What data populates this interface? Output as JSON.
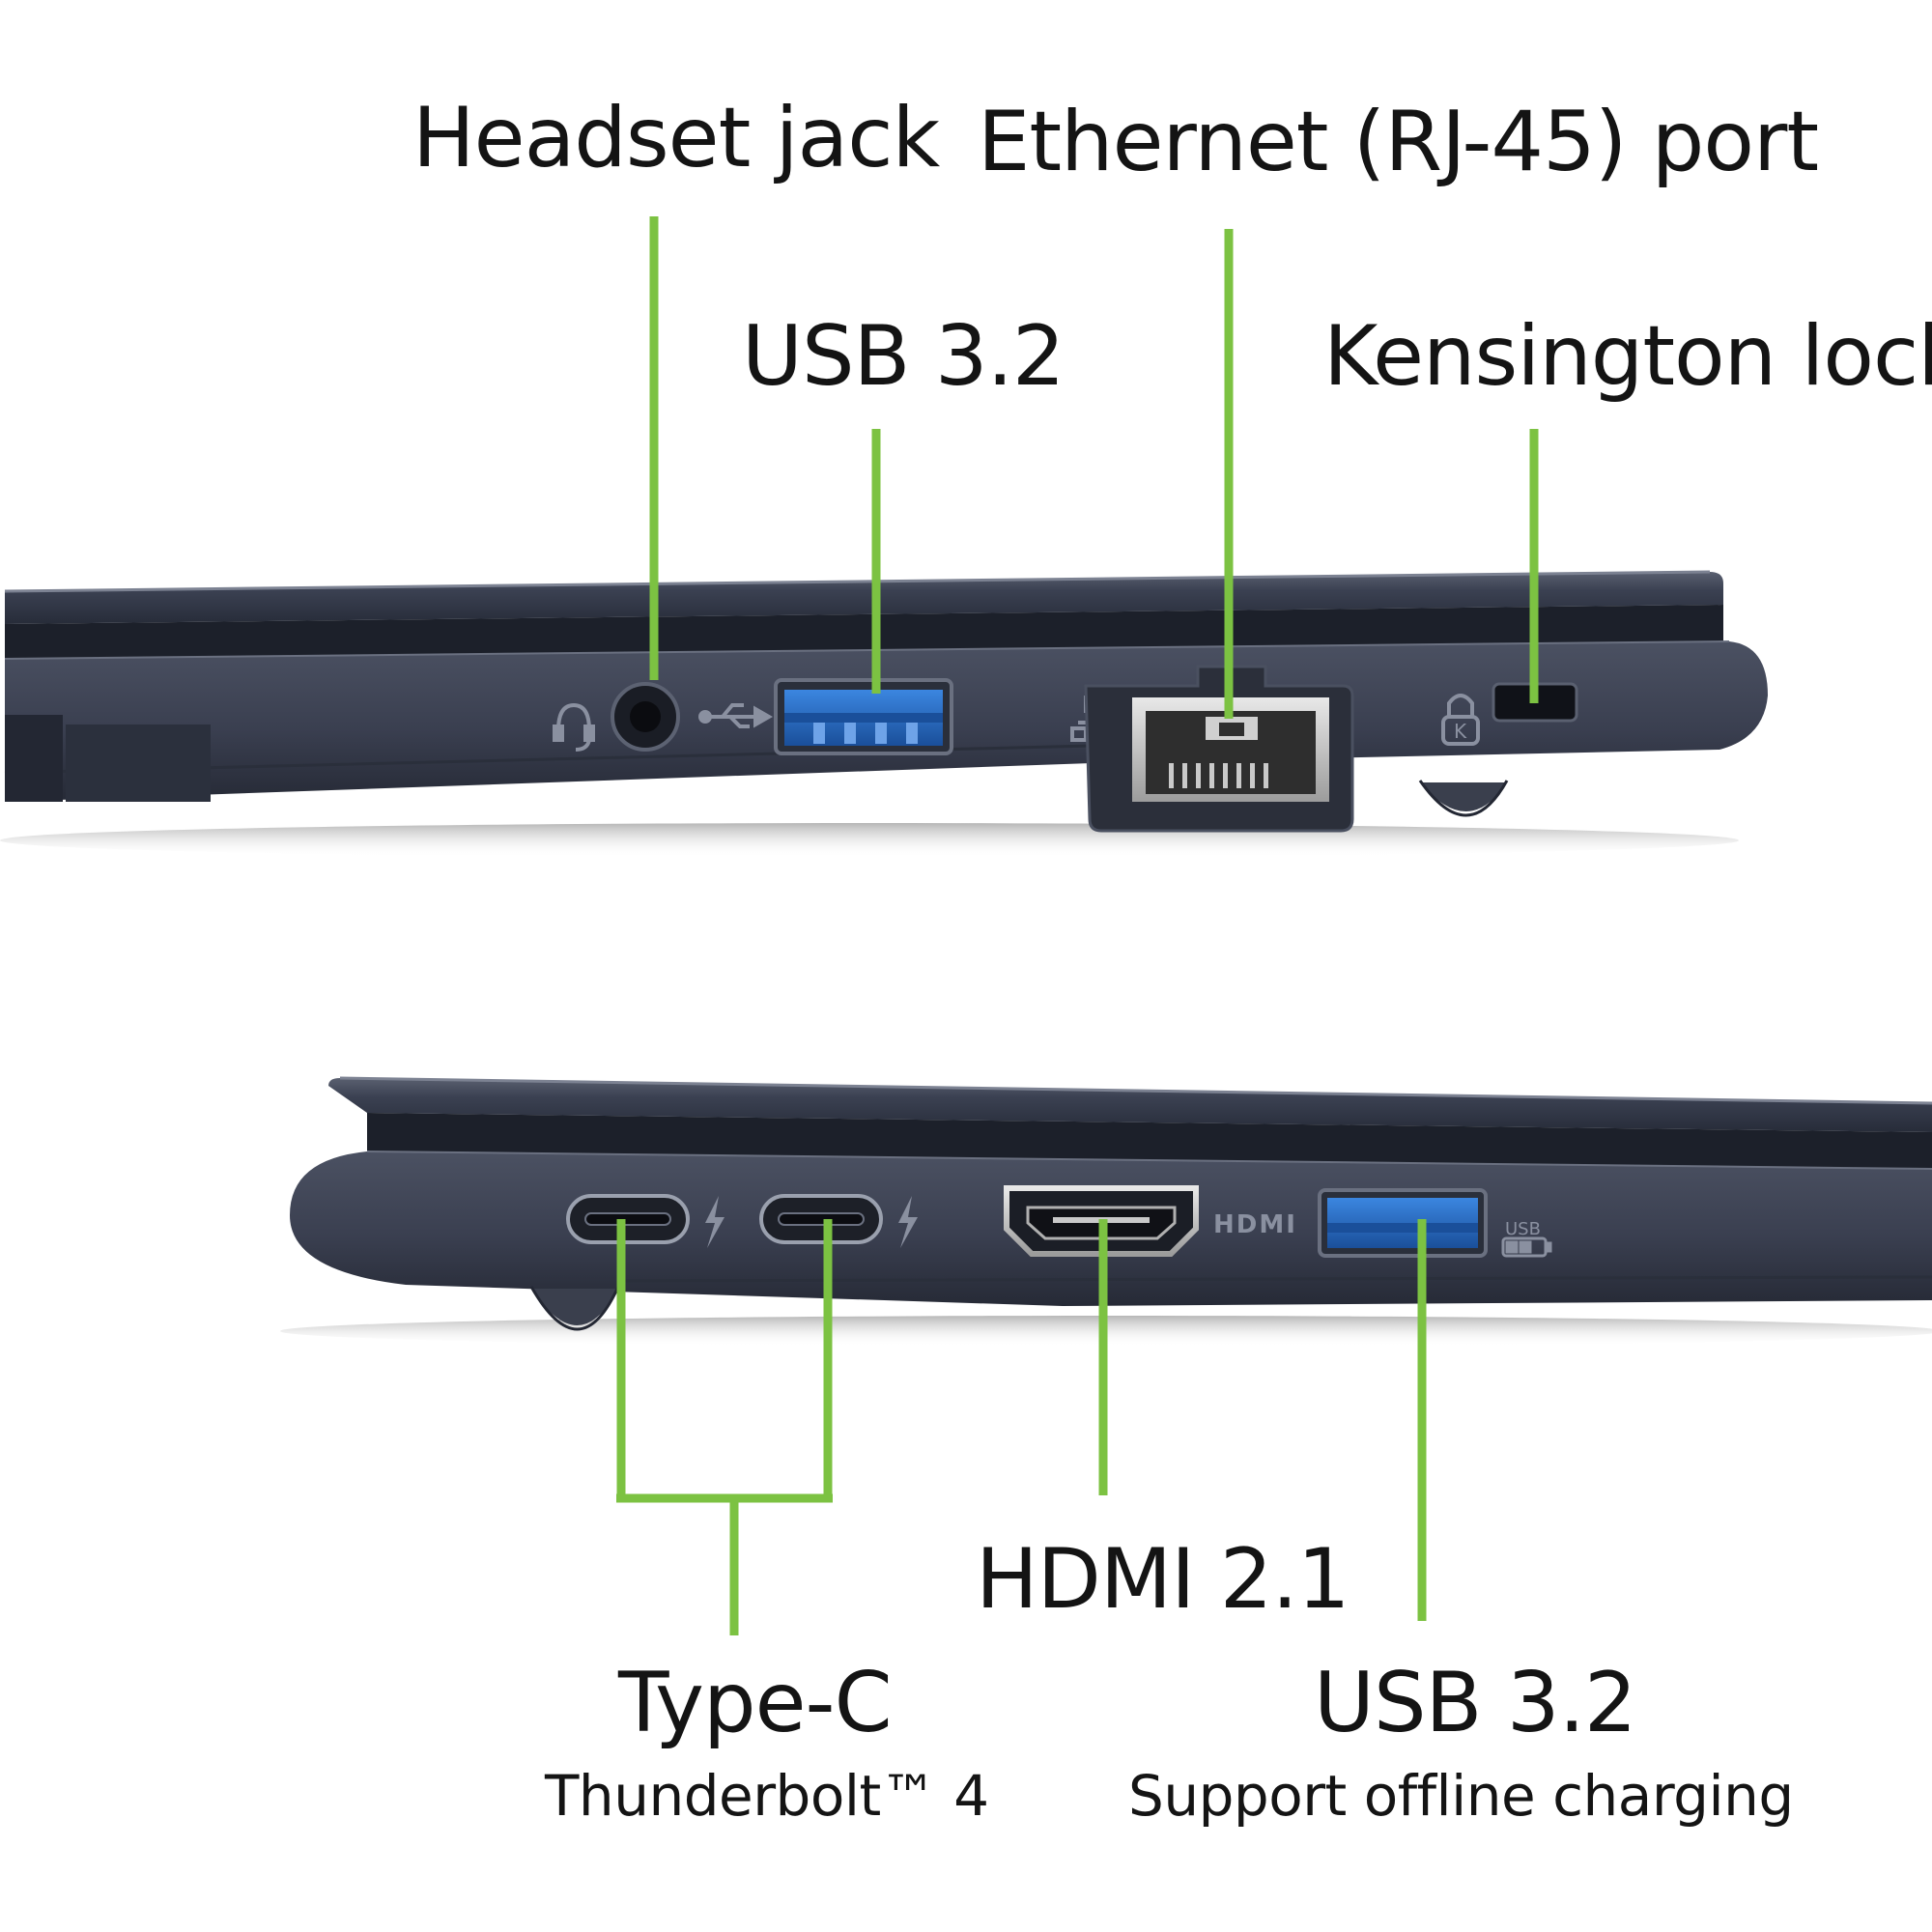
{
  "colors": {
    "callout_green": "#7cc242",
    "chassis_dark": "#2e3444",
    "chassis_mid": "#454b5c",
    "usb_blue": "#1d5fb5"
  },
  "top_side": {
    "labels": {
      "headset_jack": "Headset jack",
      "ethernet_port": "Ethernet (RJ-45) port",
      "usb_port": "USB 3.2",
      "kensington_lock": "Kensington lock"
    },
    "icons": [
      "headset-icon",
      "usb-icon",
      "network-icon",
      "kensington-lock-icon"
    ]
  },
  "bottom_side": {
    "labels": {
      "type_c": "Type-C",
      "type_c_sub": "Thunderbolt™ 4",
      "hdmi": "HDMI 2.1",
      "usb_port": "USB 3.2",
      "usb_sub": "Support offline charging",
      "hdmi_logo": "HDMI"
    },
    "icons": [
      "thunderbolt-icon",
      "thunderbolt-icon",
      "hdmi-logo",
      "usb-charge-icon"
    ]
  }
}
